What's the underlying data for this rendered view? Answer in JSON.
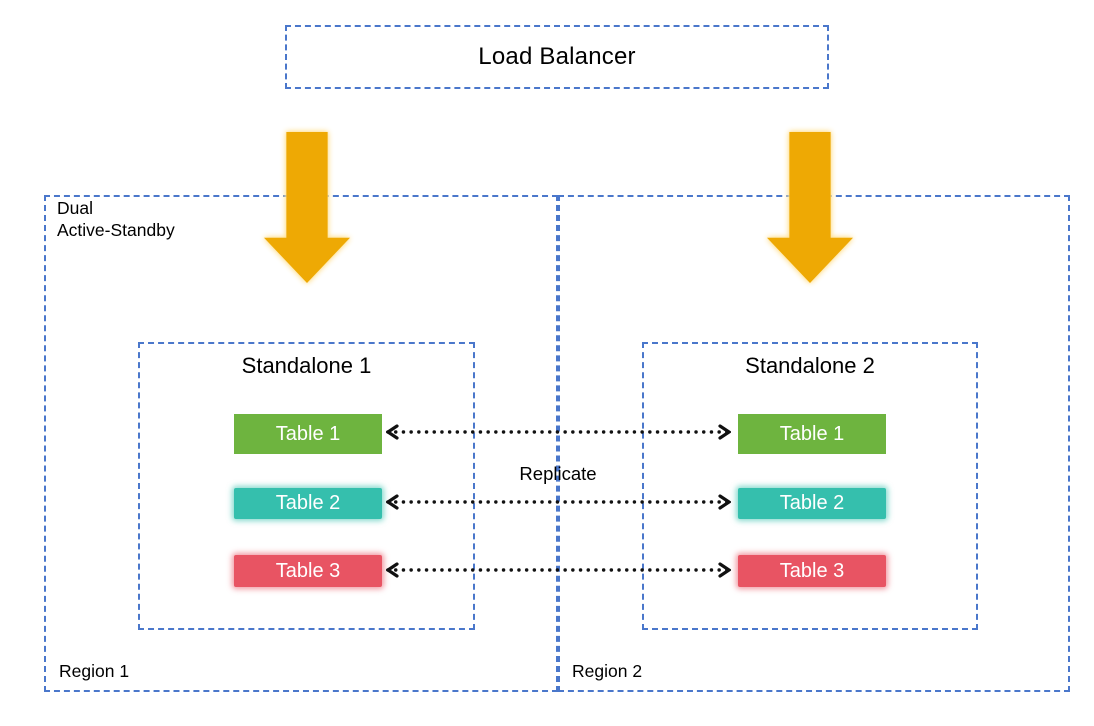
{
  "load_balancer": {
    "label": "Load Balancer"
  },
  "cluster": {
    "label_line1": "Dual",
    "label_line2": "Active-Standby"
  },
  "regions": [
    {
      "label": "Region 1",
      "standalone": {
        "title": "Standalone 1",
        "tables": [
          "Table 1",
          "Table 2",
          "Table 3"
        ]
      }
    },
    {
      "label": "Region 2",
      "standalone": {
        "title": "Standalone 2",
        "tables": [
          "Table 1",
          "Table 2",
          "Table 3"
        ]
      }
    }
  ],
  "replication": {
    "label": "Replicate"
  },
  "colors": {
    "dashed_border": "#4a77cb",
    "arrow_gold": "#eea904",
    "table_green": "#6eb43f",
    "table_teal": "#35bfad",
    "table_red": "#e85463",
    "connector_black": "#111111",
    "text_black": "#000000",
    "table_text": "#ffffff"
  }
}
